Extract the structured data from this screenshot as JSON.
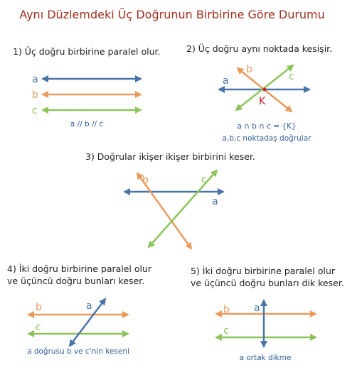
{
  "title": "Aynı Düzlemdeki Üç Doğrunun Birbirine Göre Durumu",
  "colors": {
    "a": "#4a74a8",
    "b": "#ec9a5c",
    "c": "#8cc45a",
    "point": "#cc2222",
    "title": "#a0301e",
    "caption": "#2f5f9e"
  },
  "sections": [
    {
      "heading": "1) Üç doğru birbirine paralel olur.",
      "labels": [
        "a",
        "b",
        "c"
      ],
      "caption": "a // b // c"
    },
    {
      "heading": "2) Üç doğru aynı noktada kesişir.",
      "labels": [
        "a",
        "b",
        "c"
      ],
      "point": "K",
      "caption1": "a ∩ b ∩ c = {K}",
      "caption2": "a,b,c noktadaş doğrular"
    },
    {
      "heading": "3) Doğrular ikişer ikişer birbirini keser.",
      "labels": [
        "b",
        "c",
        "a"
      ]
    },
    {
      "heading_line1": "4) İki doğru birbirine paralel olur",
      "heading_line2": "ve üçüncü doğru bunları keser.",
      "labels": [
        "b",
        "a",
        "c"
      ],
      "caption": "a doğrusu b ve c'nin keseni"
    },
    {
      "heading_line1": "5) İki doğru birbirine paralel olur",
      "heading_line2": "ve üçüncü doğru bunları dik keser.",
      "labels": [
        "b",
        "a",
        "c"
      ],
      "caption": "a ortak dikme"
    }
  ]
}
